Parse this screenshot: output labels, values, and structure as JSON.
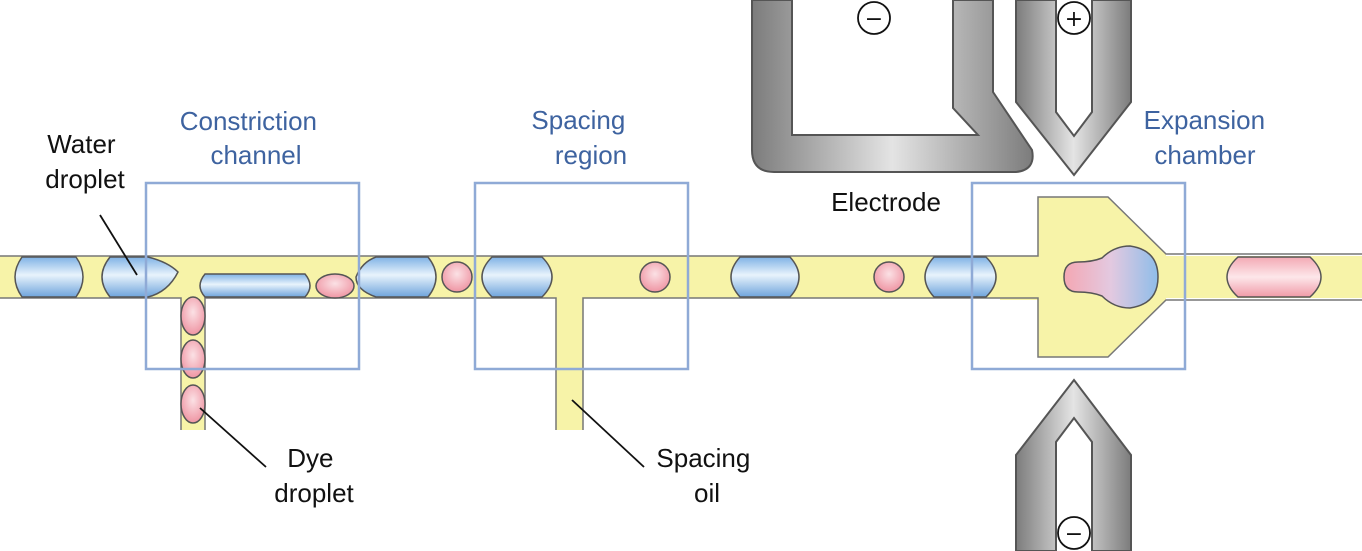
{
  "labels": {
    "water_droplet": [
      "Water",
      "droplet"
    ],
    "constriction_channel": [
      "Constriction",
      "channel"
    ],
    "spacing_region": [
      "Spacing",
      "region"
    ],
    "expansion_chamber": [
      "Expansion",
      "chamber"
    ],
    "electrode": "Electrode",
    "dye_droplet": [
      "Dye",
      "droplet"
    ],
    "spacing_oil": [
      "Spacing",
      "oil"
    ]
  },
  "polarity": {
    "top_left": "−",
    "top_right": "+",
    "bottom": "−"
  },
  "colors": {
    "channel_fill": "#f7f3a8",
    "water_droplet": "#a9cdef",
    "dye_droplet": "#f5b3bd",
    "region_box": "#8faad6",
    "label_blue": "#3e63a0",
    "electrode": "#8e8e8e"
  }
}
